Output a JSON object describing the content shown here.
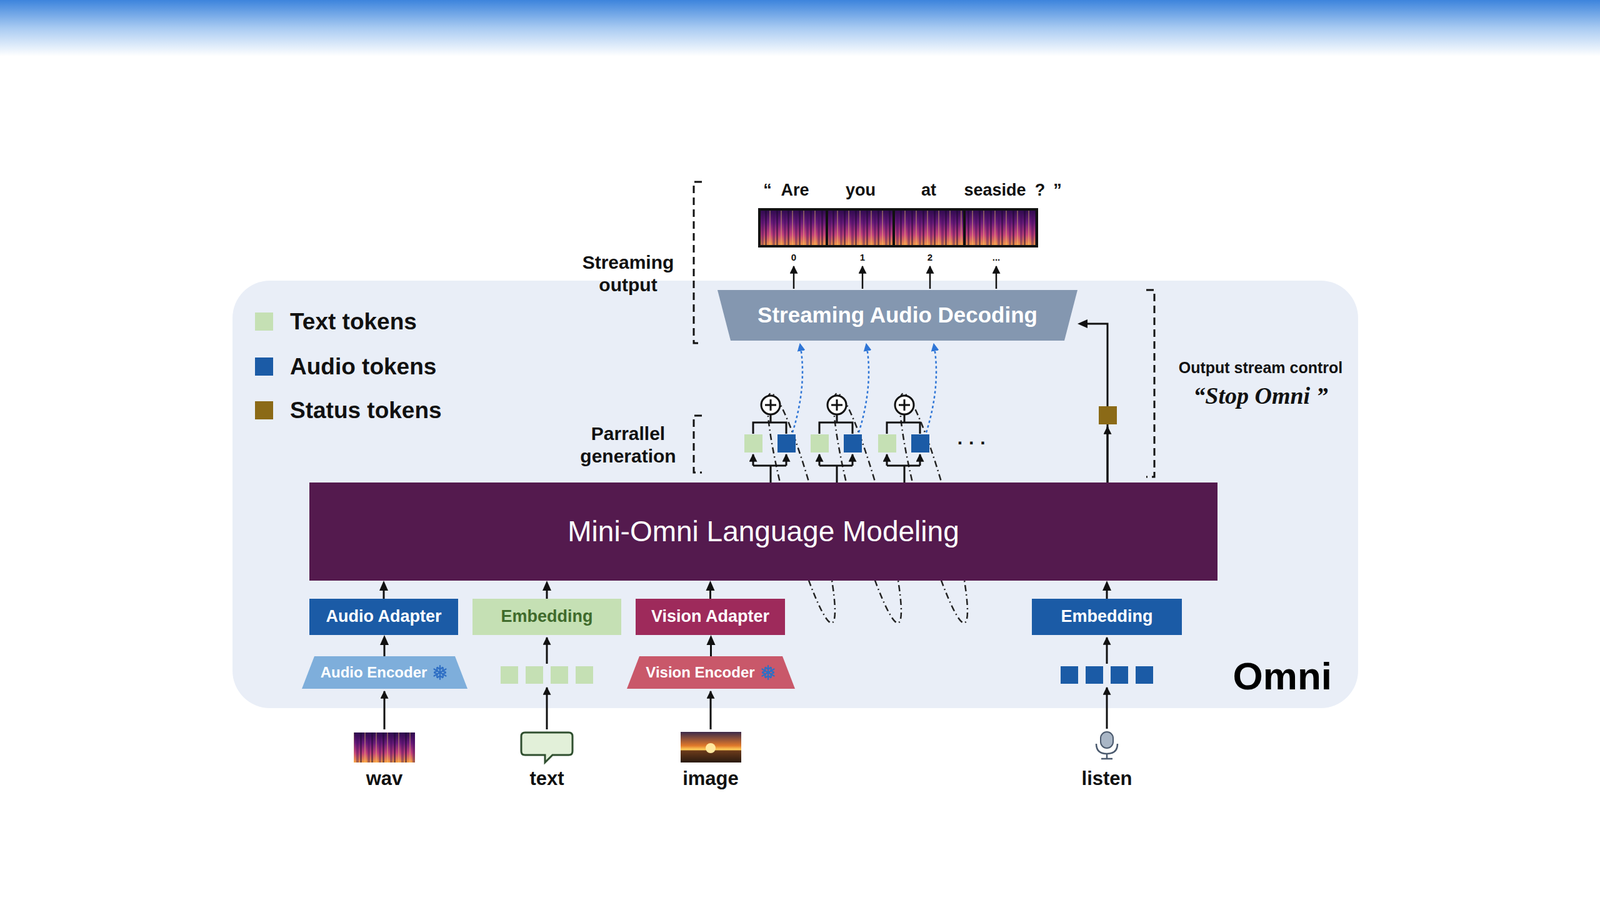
{
  "diagram": {
    "nodes": [
      {
        "text": [
          "Omni"
        ]
      },
      {
        "text": [
          "Streaming Audio Decoding"
        ],
        "in": 0
      },
      {
        "text": [
          "Mini-Omni Language Modeling"
        ],
        "in": 0
      },
      {
        "text": [
          "Audio Adapter"
        ],
        "in": 0
      },
      {
        "text": [
          "Embedding"
        ],
        "in": 0
      },
      {
        "text": [
          "Vision Adapter"
        ],
        "in": 0
      },
      {
        "text": [
          "Embedding"
        ],
        "in": 0
      },
      {
        "text": [
          "Audio Encoder"
        ],
        "in": 0
      },
      {
        "text": [
          "Vision Encoder"
        ],
        "in": 0
      }
    ],
    "edges": [
      {
        "from": 7,
        "to": 3,
        "arrow": "to"
      },
      {
        "from": 3,
        "to": 2,
        "arrow": "to"
      },
      {
        "from": 4,
        "to": 2,
        "arrow": "to"
      },
      {
        "from": 8,
        "to": 5,
        "arrow": "to"
      },
      {
        "from": 5,
        "to": 2,
        "arrow": "to"
      },
      {
        "from": 6,
        "to": 2,
        "arrow": "to"
      },
      {
        "from": 2,
        "to": 1,
        "arrow": "to"
      }
    ],
    "labels": [
      "Streaming output",
      "Parrallel generation",
      "Output stream control",
      "“Stop Omni ”",
      "“",
      "Are",
      "you",
      "at",
      "seaside",
      "?",
      "”",
      "0",
      "1",
      "2",
      "...",
      "· · ·",
      "wav",
      "text",
      "image",
      "listen"
    ],
    "legend": [
      {
        "text": "Text tokens",
        "color": "#c5e0b4"
      },
      {
        "text": "Audio tokens",
        "color": "#1b5ba6"
      },
      {
        "text": "Status tokens",
        "color": "#8b6a17"
      }
    ]
  }
}
